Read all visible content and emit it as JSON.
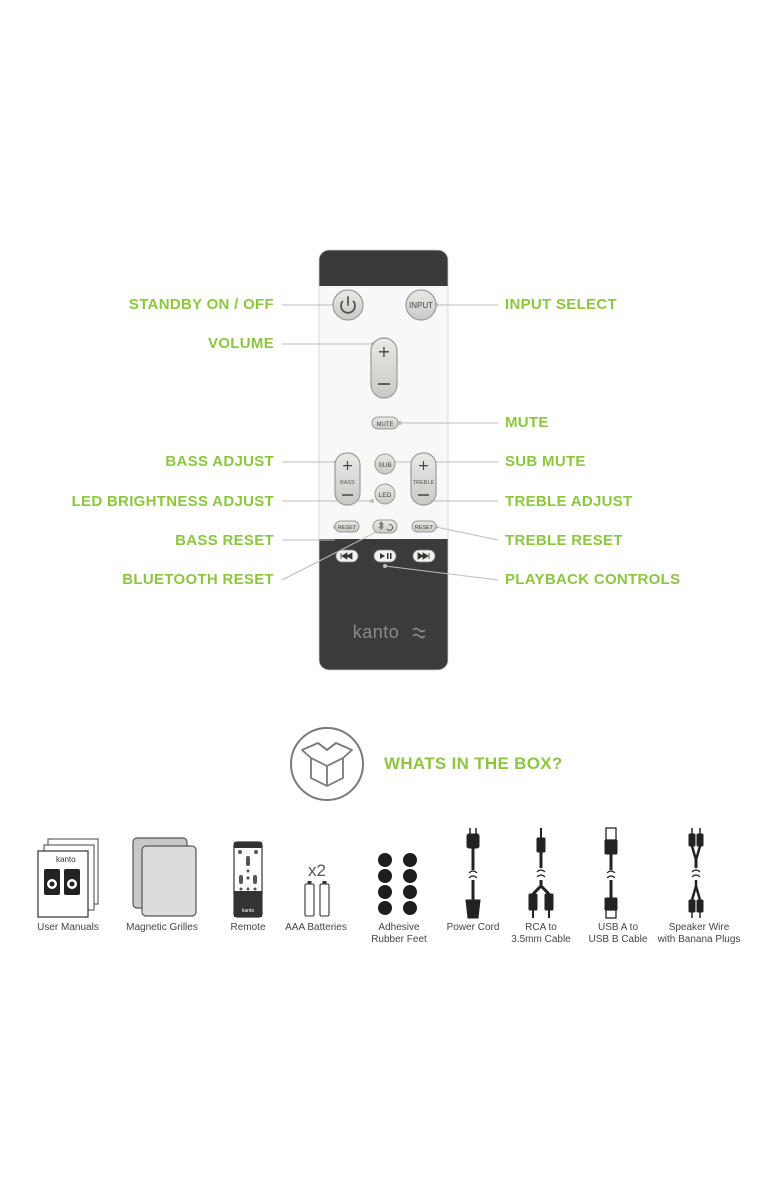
{
  "callouts": {
    "standby": "STANDBY ON / OFF",
    "input_select": "INPUT SELECT",
    "volume": "VOLUME",
    "mute": "MUTE",
    "bass_adjust": "BASS ADJUST",
    "sub_mute": "SUB MUTE",
    "led_brightness": "LED BRIGHTNESS ADJUST",
    "treble_adjust": "TREBLE ADJUST",
    "bass_reset": "BASS RESET",
    "treble_reset": "TREBLE RESET",
    "bluetooth_reset": "BLUETOOTH RESET",
    "playback_controls": "PLAYBACK CONTROLS"
  },
  "remote": {
    "input_button": "INPUT",
    "mute_button": "MUTE",
    "bass_button": "BASS",
    "treble_button": "TREBLE",
    "sub_button": "SUB",
    "led_button": "LED",
    "reset_left": "RESET",
    "reset_right": "RESET",
    "brand": "kanto"
  },
  "box": {
    "title": "WHATS IN THE BOX?",
    "items": [
      {
        "icon": "manual-icon",
        "label": [
          "User Manuals"
        ]
      },
      {
        "icon": "grille-icon",
        "label": [
          "Magnetic Grilles"
        ]
      },
      {
        "icon": "remote-icon",
        "label": [
          "Remote"
        ]
      },
      {
        "icon": "battery-icon",
        "label": [
          "AAA Batteries"
        ],
        "multiplier": "x2"
      },
      {
        "icon": "feet-icon",
        "label": [
          "Adhesive",
          "Rubber Feet"
        ]
      },
      {
        "icon": "power-cord-icon",
        "label": [
          "Power Cord"
        ]
      },
      {
        "icon": "rca-cable-icon",
        "label": [
          "RCA to",
          "3.5mm Cable"
        ]
      },
      {
        "icon": "usb-cable-icon",
        "label": [
          "USB A to",
          "USB B Cable"
        ]
      },
      {
        "icon": "speaker-wire-icon",
        "label": [
          "Speaker Wire",
          "with Banana Plugs"
        ]
      }
    ]
  },
  "colors": {
    "accent": "#8cc63f",
    "remote_dark": "#3a3a3a",
    "remote_body": "#f7f7f7",
    "button": "#d9d9d6"
  }
}
